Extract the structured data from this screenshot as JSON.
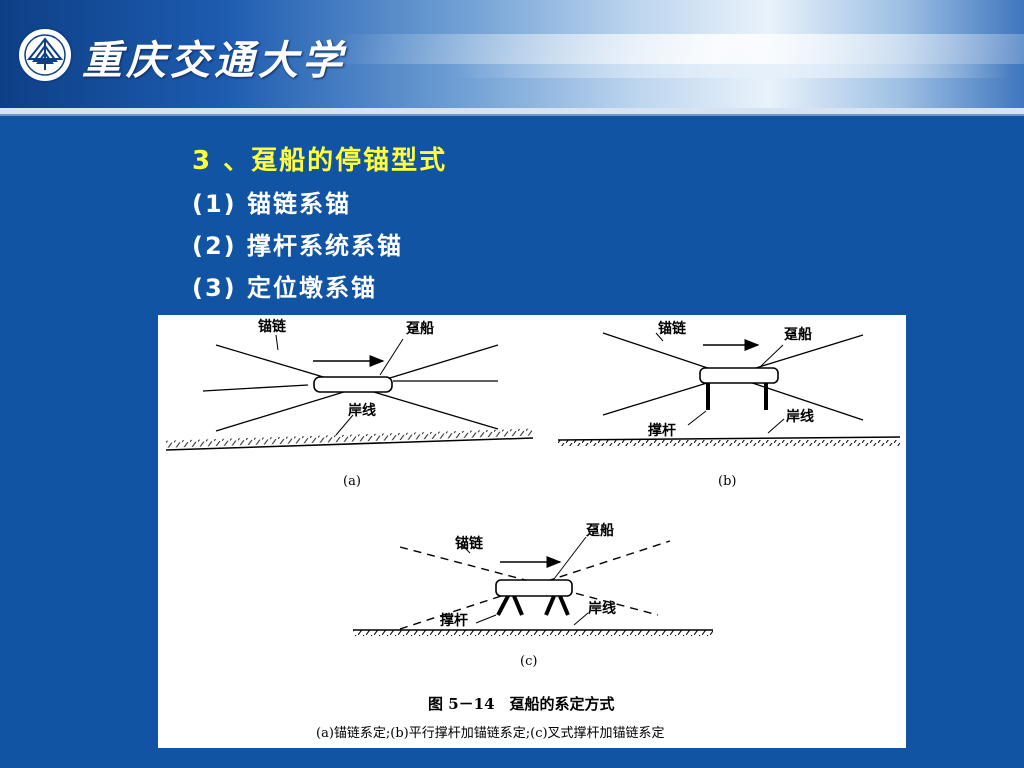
{
  "header": {
    "university_name": "重庆交通大学"
  },
  "slide": {
    "title": "3 、趸船的停锚型式",
    "items": [
      {
        "label": "(1) 锚链系锚"
      },
      {
        "label": "(2) 撑杆系统系锚"
      },
      {
        "label": "(3) 定位墩系锚"
      }
    ]
  },
  "figure": {
    "panels": {
      "a": {
        "chain": "锚链",
        "pontoon": "趸船",
        "shore": "岸线",
        "sub": "(a)"
      },
      "b": {
        "chain": "锚链",
        "pontoon": "趸船",
        "strut": "撑杆",
        "shore": "岸线",
        "sub": "(b)"
      },
      "c": {
        "chain": "锚链",
        "pontoon": "趸船",
        "strut": "撑杆",
        "shore": "岸线",
        "sub": "(c)"
      }
    },
    "caption_title": "图 5－14　趸船的系定方式",
    "caption_note": "(a)锚链系定;(b)平行撑杆加锚链系定;(c)叉式撑杆加锚链系定"
  },
  "colors": {
    "background": "#1154a3",
    "title": "#ffff3c",
    "item_text": "#ffffff"
  }
}
